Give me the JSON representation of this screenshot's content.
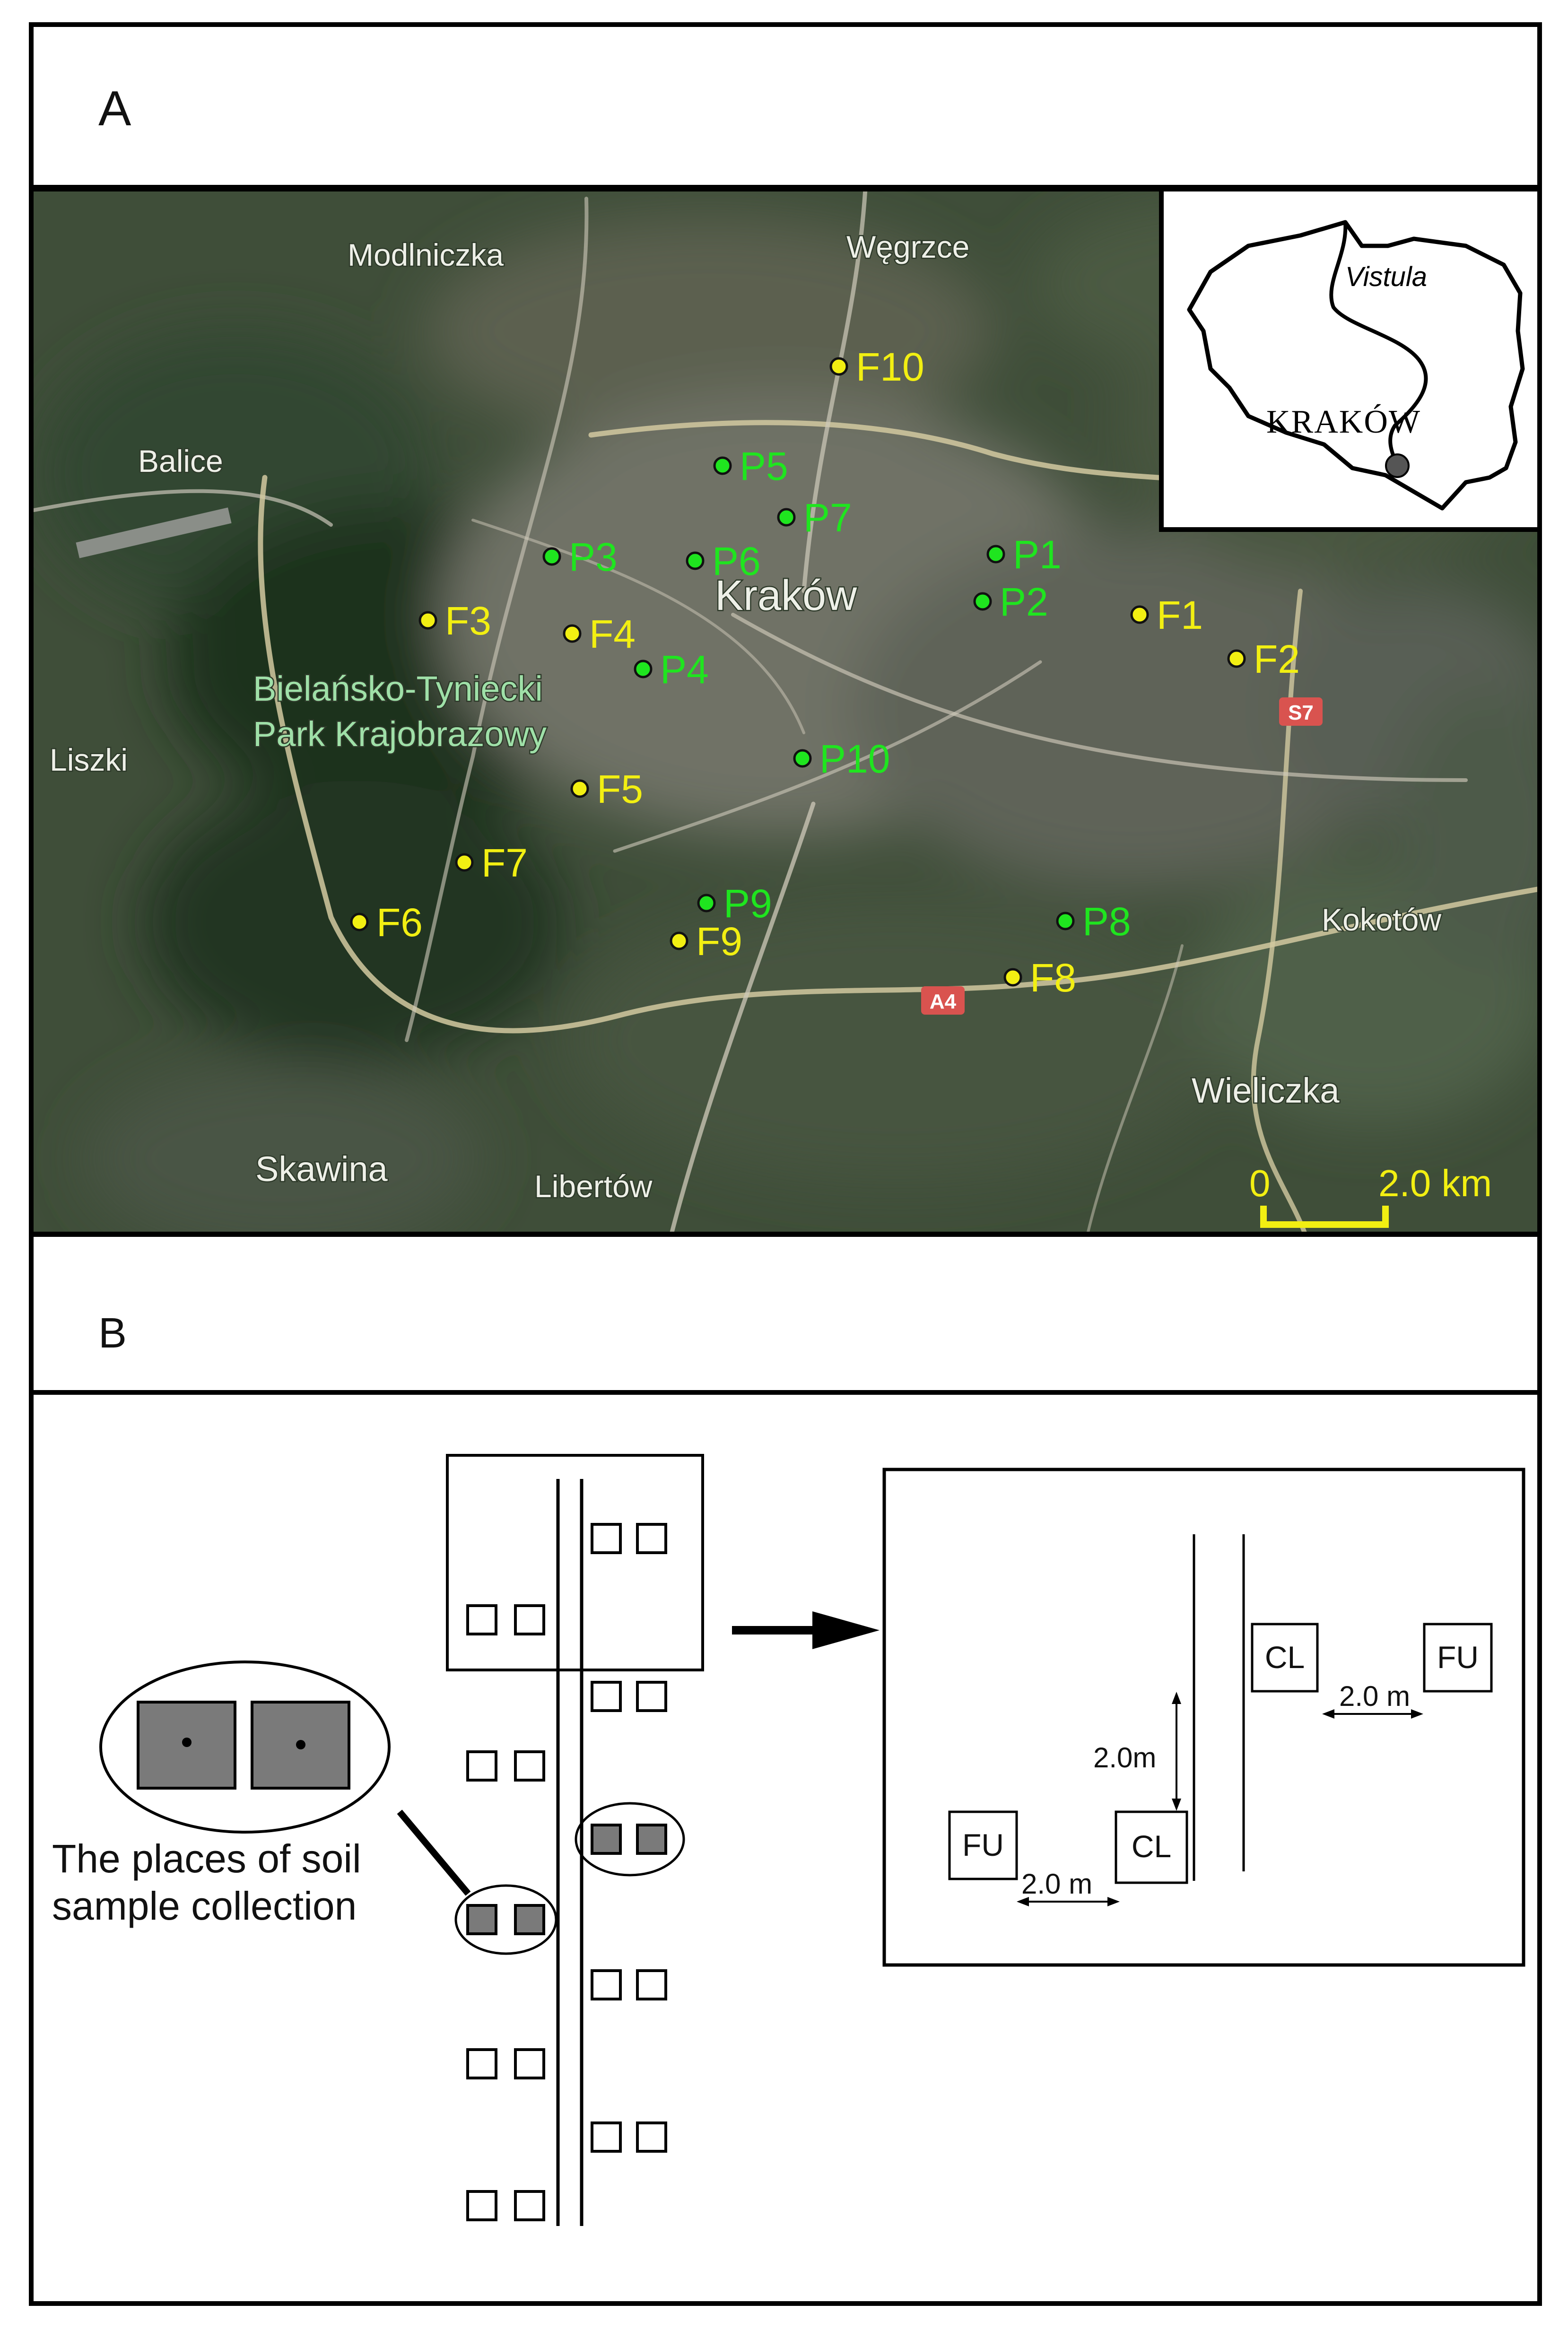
{
  "panels": {
    "a_label": "A",
    "b_label": "B"
  },
  "map": {
    "place_labels": [
      {
        "id": "modlniczka",
        "text": "Modlniczka"
      },
      {
        "id": "wegrzce",
        "text": "Węgrzce"
      },
      {
        "id": "balice",
        "text": "Balice"
      },
      {
        "id": "krakow",
        "text": "Kraków"
      },
      {
        "id": "park1",
        "text": "Bielańsko-Tyniecki"
      },
      {
        "id": "park2",
        "text": "Park Krajobrazowy"
      },
      {
        "id": "liszki",
        "text": "Liszki"
      },
      {
        "id": "kokotow",
        "text": "Kokotów"
      },
      {
        "id": "wieliczka",
        "text": "Wieliczka"
      },
      {
        "id": "skawina",
        "text": "Skawina"
      },
      {
        "id": "libertow",
        "text": "Libertów"
      }
    ],
    "road_shields": [
      {
        "id": "s7",
        "text": "S7"
      },
      {
        "id": "a4",
        "text": "A4"
      }
    ],
    "sites": [
      {
        "id": "P1",
        "label": "P1",
        "group": "P"
      },
      {
        "id": "P2",
        "label": "P2",
        "group": "P"
      },
      {
        "id": "P3",
        "label": "P3",
        "group": "P"
      },
      {
        "id": "P4",
        "label": "P4",
        "group": "P"
      },
      {
        "id": "P5",
        "label": "P5",
        "group": "P"
      },
      {
        "id": "P6",
        "label": "P6",
        "group": "P"
      },
      {
        "id": "P7",
        "label": "P7",
        "group": "P"
      },
      {
        "id": "P8",
        "label": "P8",
        "group": "P"
      },
      {
        "id": "P9",
        "label": "P9",
        "group": "P"
      },
      {
        "id": "P10",
        "label": "P10",
        "group": "P"
      },
      {
        "id": "F1",
        "label": "F1",
        "group": "F"
      },
      {
        "id": "F2",
        "label": "F2",
        "group": "F"
      },
      {
        "id": "F3",
        "label": "F3",
        "group": "F"
      },
      {
        "id": "F4",
        "label": "F4",
        "group": "F"
      },
      {
        "id": "F5",
        "label": "F5",
        "group": "F"
      },
      {
        "id": "F6",
        "label": "F6",
        "group": "F"
      },
      {
        "id": "F7",
        "label": "F7",
        "group": "F"
      },
      {
        "id": "F8",
        "label": "F8",
        "group": "F"
      },
      {
        "id": "F9",
        "label": "F9",
        "group": "F"
      },
      {
        "id": "F10",
        "label": "F10",
        "group": "F"
      }
    ],
    "scale_bar": {
      "start": "0",
      "end": "2.0 km"
    },
    "inset": {
      "river": "Vistula",
      "city": "KRAKÓW"
    }
  },
  "scheme": {
    "legend_line1": "The places of soil",
    "legend_line2": "sample collection",
    "zoom": {
      "cl_label": "CL",
      "fu_label": "FU",
      "dist_vertical": "2.0m",
      "dist_horizontal": "2.0 m"
    }
  },
  "colors": {
    "p_sites": "#1fe51f",
    "f_sites": "#f2ef12",
    "scale_bar": "#f2ef12",
    "road_shield": "#d9534f",
    "sample_fill": "#7a7a7a"
  }
}
